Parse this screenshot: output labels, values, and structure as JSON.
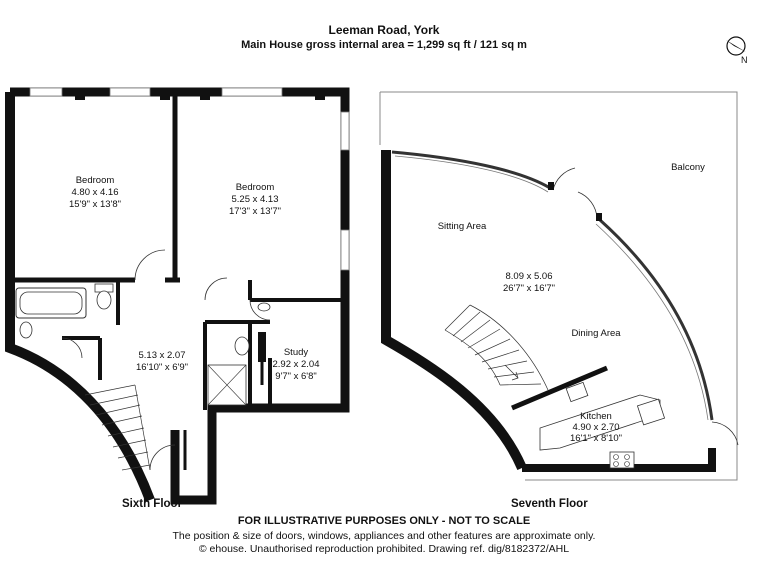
{
  "header": {
    "title": "Leeman Road, York",
    "area": "Main House gross internal area = 1,299 sq ft / 121 sq m"
  },
  "compass": {
    "label": "N"
  },
  "sixth_floor": {
    "label": "Sixth Floor",
    "rooms": [
      {
        "name": "Bedroom",
        "metric": "4.80 x 4.16",
        "imperial": "15'9\" x 13'8\""
      },
      {
        "name": "Bedroom",
        "metric": "5.25 x 4.13",
        "imperial": "17'3\" x 13'7\""
      },
      {
        "name": "",
        "metric": "5.13 x 2.07",
        "imperial": "16'10\" x 6'9\""
      },
      {
        "name": "Study",
        "metric": "2.92 x 2.04",
        "imperial": "9'7\" x 6'8\""
      }
    ]
  },
  "seventh_floor": {
    "label": "Seventh Floor",
    "balcony": "Balcony",
    "sitting": "Sitting Area",
    "dining": "Dining Area",
    "main_metric": "8.09 x 5.06",
    "main_imperial": "26'7\" x 16'7\"",
    "kitchen": {
      "name": "Kitchen",
      "metric": "4.90 x 2.70",
      "imperial": "16'1\" x 8'10\""
    }
  },
  "footer": {
    "disclaimer": "FOR ILLUSTRATIVE PURPOSES ONLY - NOT TO SCALE",
    "note": "The position & size of doors, windows, appliances and other features are approximate only.",
    "copyright": "© ehouse. Unauthorised reproduction prohibited. Drawing ref. dig/8182372/AHL"
  }
}
